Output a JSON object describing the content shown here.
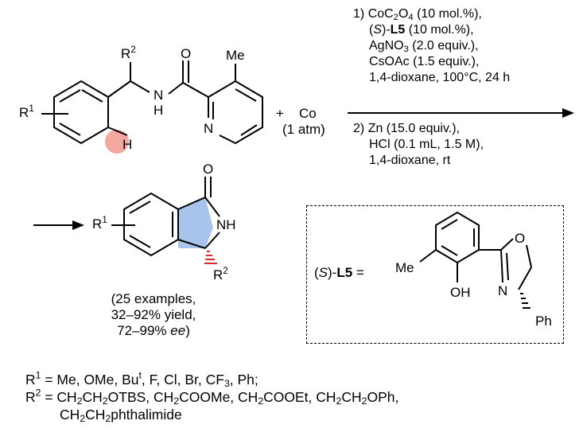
{
  "reactant": {
    "r1": "R",
    "r1_sup": "1",
    "r2": "R",
    "r2_sup": "2",
    "o": "O",
    "me": "Me",
    "nh_n": "N",
    "nh_h": "H",
    "pyr_n": "N",
    "h": "H"
  },
  "reagent": {
    "plus": "+",
    "co": "Co",
    "pressure": "(1 atm)"
  },
  "conditions": {
    "step1": {
      "num": "1)",
      "catalyst_a": "CoC",
      "catalyst_sub1": "2",
      "catalyst_b": "O",
      "catalyst_sub2": "4",
      "catalyst_c": " (10 mol.%),",
      "ligand_open": "(",
      "ligand_s": "S",
      "ligand_close": ")-",
      "ligand_bold": "L5",
      "ligand_rest": " (10 mol.%),",
      "oxidant_a": "AgNO",
      "oxidant_sub": "3",
      "oxidant_b": " (2.0 equiv.),",
      "base": "CsOAc (1.5 equiv.),",
      "solvent": "1,4-dioxane, 100°C, 24 h"
    },
    "step2": {
      "num": "2)",
      "line1": "Zn (15.0 equiv.),",
      "line2": "HCl (0.1 mL, 1.5 M),",
      "line3": "1,4-dioxane, rt"
    }
  },
  "product": {
    "o": "O",
    "nh": "NH",
    "r1": "R",
    "r1_sup": "1",
    "r2": "R",
    "r2_sup": "2",
    "examples": "(25 examples,",
    "yield": "32–92% yield,",
    "ee_value": "72–99% ",
    "ee_label": "ee",
    "ee_close": ")"
  },
  "ligand_box": {
    "label_open": "(",
    "label_s": "S",
    "label_close": ")-",
    "label_bold": "L5",
    "label_eq": " =",
    "me": "Me",
    "oh": "OH",
    "o": "O",
    "n": "N",
    "ph": "Ph"
  },
  "substituents": {
    "r1_label": "R",
    "r1_sup": "1",
    "r1_a": " = Me, OMe, Bu",
    "r1_t": "t",
    "r1_b": ", F, Cl, Br, CF",
    "r1_sub": "3",
    "r1_c": ", Ph;",
    "r2_label": "R",
    "r2_sup": "2",
    "r2_a": " = CH",
    "r2_s1": "2",
    "r2_b": "CH",
    "r2_s2": "2",
    "r2_c": "OTBS, CH",
    "r2_s3": "2",
    "r2_d": "COOMe, CH",
    "r2_s4": "2",
    "r2_e": "COOEt, CH",
    "r2_s5": "2",
    "r2_f": "CH",
    "r2_s6": "2",
    "r2_g": "OPh,",
    "r2_line2_a": "CH",
    "r2_line2_s1": "2",
    "r2_line2_b": "CH",
    "r2_line2_s2": "2",
    "r2_line2_c": "phthalimide"
  },
  "colors": {
    "ch_highlight": "#f4a6a0",
    "ring_fill": "#a9c4ec",
    "new_bond": "#d62c2c"
  }
}
